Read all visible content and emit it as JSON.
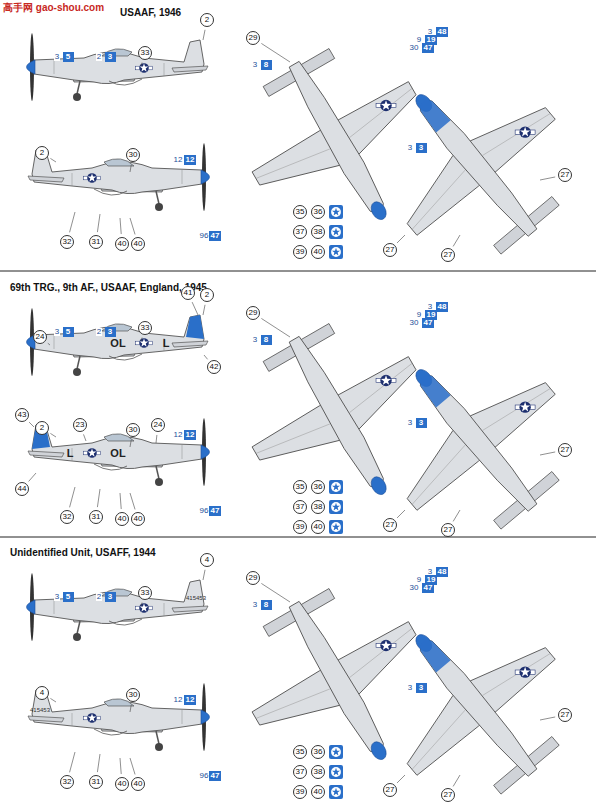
{
  "diagram": {
    "labels": [
      "高手网 gao-shou.com",
      "USAAF, 1946",
      "3",
      "5",
      "2",
      "3",
      "33",
      "2",
      "2",
      "30",
      "12",
      "12",
      "32",
      "31",
      "40",
      "40",
      "29",
      "3",
      "48",
      "9",
      "19",
      "30",
      "47",
      "3",
      "8",
      "96",
      "47",
      "35",
      "36",
      "37",
      "38",
      "39",
      "40",
      "3",
      "3",
      "27",
      "27",
      "27",
      "69th TRG., 9th AF., USAAF, England, 1945",
      "3",
      "5",
      "2",
      "3",
      "33",
      "2",
      "2",
      "30",
      "12",
      "12",
      "32",
      "31",
      "40",
      "40",
      "29",
      "3",
      "48",
      "9",
      "19",
      "30",
      "47",
      "3",
      "8",
      "96",
      "47",
      "35",
      "36",
      "37",
      "38",
      "39",
      "40",
      "3",
      "3",
      "27",
      "27",
      "27",
      "41",
      "42",
      "24",
      "43",
      "44",
      "23",
      "24",
      "OL",
      "L",
      "L",
      "OL",
      "Unidentified Unit, USAFF, 1944",
      "3",
      "5",
      "2",
      "3",
      "33",
      "4",
      "4",
      "30",
      "12",
      "12",
      "32",
      "31",
      "40",
      "40",
      "29",
      "3",
      "48",
      "9",
      "19",
      "30",
      "47",
      "3",
      "8",
      "96",
      "47",
      "35",
      "36",
      "37",
      "38",
      "39",
      "40",
      "3",
      "3",
      "27",
      "27",
      "27",
      "415453",
      "415453"
    ]
  }
}
